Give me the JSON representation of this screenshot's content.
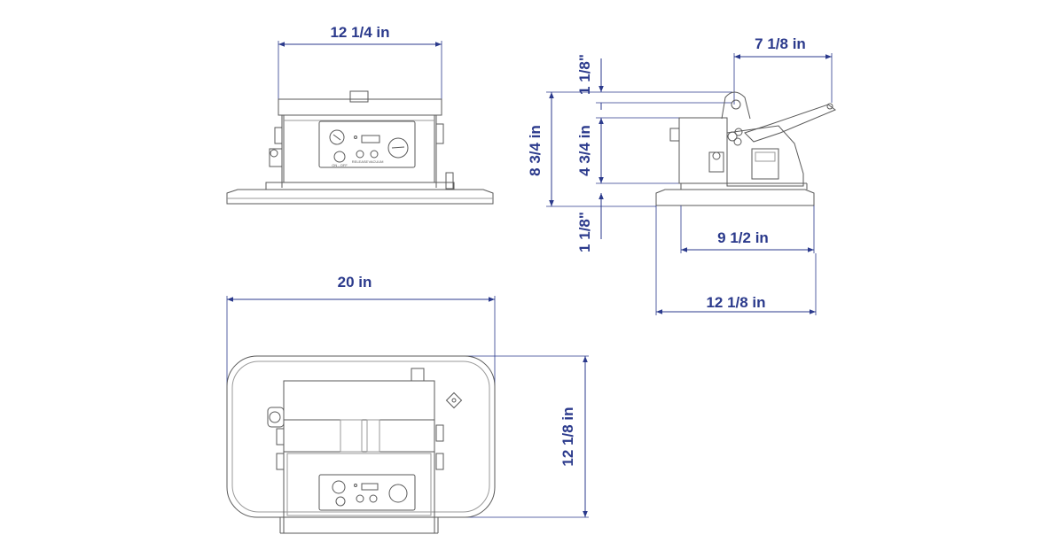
{
  "colors": {
    "dimension": "#2b3a8c",
    "outline": "#5a5a5a",
    "light": "#9a9a9a",
    "background": "#ffffff"
  },
  "front_view": {
    "width_label": "12 1/4 in",
    "panel_labels": [
      "ON - OFF",
      "RELEASE",
      "VACUUM"
    ]
  },
  "side_view": {
    "lever_reach_label": "7 1/8 in",
    "top_clearance_label": "1 1/8\"",
    "total_height_label": "8 3/4 in",
    "body_height_label": "4 3/4 in",
    "bottom_clearance_label": "1 1/8\"",
    "pad_width_label": "9 1/2 in",
    "base_width_label": "12 1/8 in"
  },
  "top_view": {
    "width_label": "20 in",
    "depth_label": "12 1/8 in"
  }
}
